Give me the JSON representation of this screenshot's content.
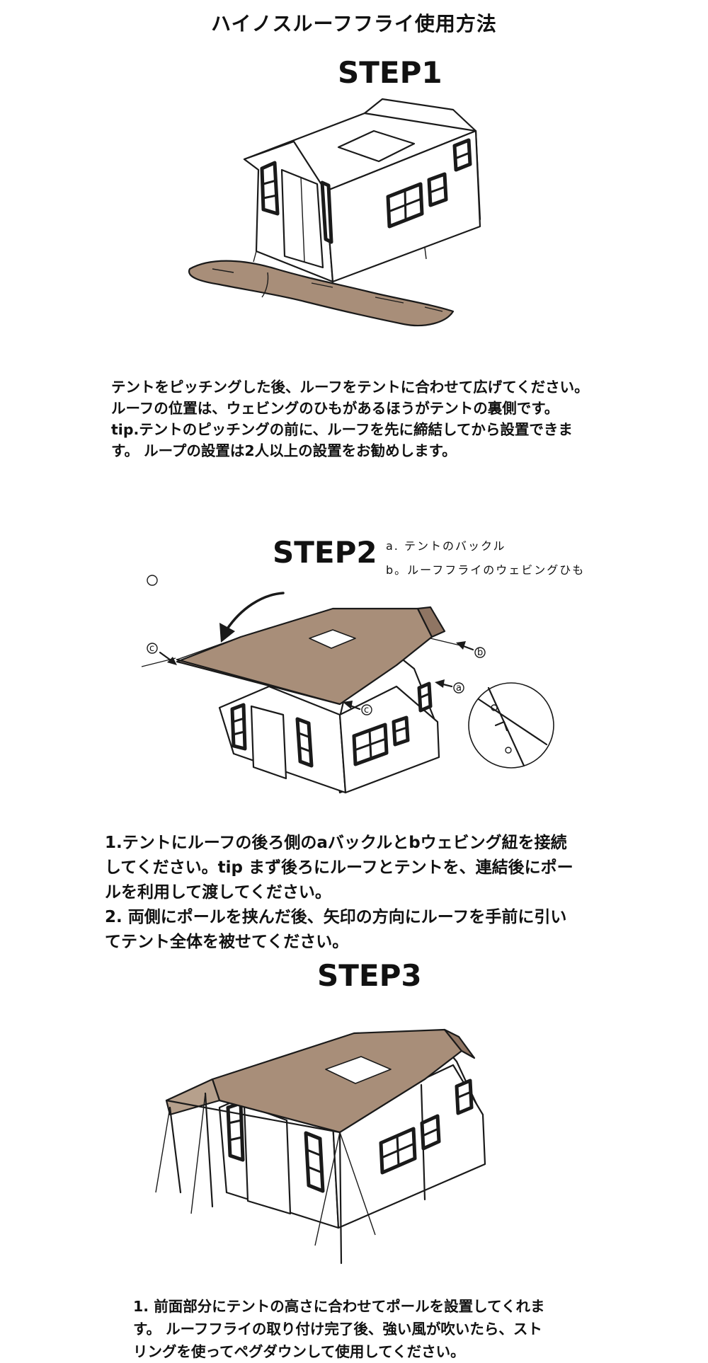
{
  "page_title": "ハイノスルーフフライ使用方法",
  "colors": {
    "fly_fill": "#a88e79",
    "fly_dark": "#8f7563",
    "ink": "#1a1a1a",
    "background": "#ffffff"
  },
  "step1": {
    "heading": "STEP1",
    "text": "テントをピッチングした後、ルーフをテントに合わせて広げてください。\nルーフの位置は、ウェビングのひもがあるほうがテントの裏側です。\ntip.テントのピッチングの前に、ルーフを先に締結してから設置できま\nす。 ループの設置は2人以上の設置をお勧めします。"
  },
  "step2": {
    "heading": "STEP2",
    "note_a": "a. テントのバックル",
    "note_b": "b。ルーフフライのウェビングひも",
    "callout_c": "c",
    "callout_b": "b",
    "callout_a": "a",
    "text": "1.テントにルーフの後ろ側のaバックルとbウェビング紐を接続\nしてください。tip まず後ろにルーフとテントを、連結後にポー\nルを利用して渡してください。\n2. 両側にポールを挟んだ後、矢印の方向にルーフを手前に引い\nてテント全体を被せてください。"
  },
  "step3": {
    "heading": "STEP3",
    "text": "1. 前面部分にテントの高さに合わせてポールを設置してくれま\nす。 ルーフフライの取り付け完了後、強い風が吹いたら、スト\nリングを使ってペグダウンして使用してください。"
  }
}
